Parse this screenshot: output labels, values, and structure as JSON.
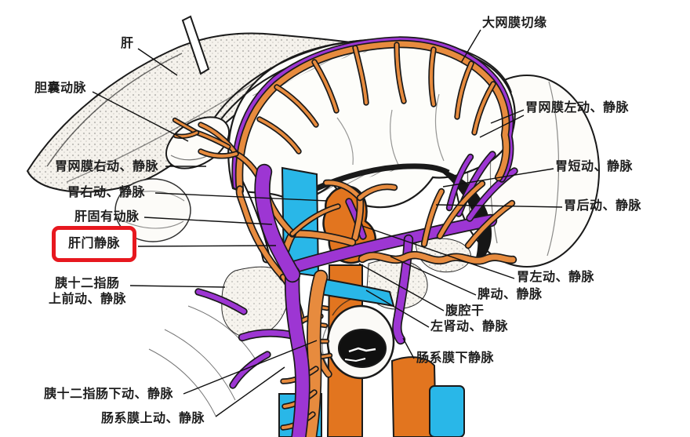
{
  "colors": {
    "artery": "#e78b3e",
    "artery_deep": "#e2751f",
    "vein": "#9d36d3",
    "cava": "#29b7e8",
    "outline": "#1a1a1a",
    "highlight": "#e7181f",
    "paper": "#ffffff"
  },
  "annotations": {
    "left": [
      {
        "id": "liver",
        "text": "肝"
      },
      {
        "id": "cystic-artery",
        "text": "胆囊动脉"
      },
      {
        "id": "right-gastroepiploic",
        "text": "胃网膜右动、静脉"
      },
      {
        "id": "right-gastric",
        "text": "胃右动、静脉"
      },
      {
        "id": "proper-hepatic-artery",
        "text": "肝固有动脉"
      },
      {
        "id": "hepatic-portal-vein",
        "text": "肝门静脉",
        "highlighted": true
      },
      {
        "id": "anterior-superior-pancreaticoduodenal",
        "text_line1": "胰十二指肠",
        "text_line2": "上前动、静脉"
      },
      {
        "id": "inferior-pancreaticoduodenal",
        "text": "胰十二指肠下动、静脉"
      },
      {
        "id": "superior-mesenteric",
        "text": "肠系膜上动、静脉"
      }
    ],
    "right": [
      {
        "id": "greater-omentum-cut-edge",
        "text": "大网膜切缘"
      },
      {
        "id": "left-gastroepiploic",
        "text": "胃网膜左动、静脉"
      },
      {
        "id": "short-gastric",
        "text": "胃短动、静脉"
      },
      {
        "id": "posterior-gastric",
        "text": "胃后动、静脉"
      },
      {
        "id": "left-gastric",
        "text": "胃左动、静脉"
      },
      {
        "id": "splenic",
        "text": "脾动、静脉"
      },
      {
        "id": "celiac-trunk",
        "text": "腹腔干"
      },
      {
        "id": "left-renal",
        "text": "左肾动、静脉"
      },
      {
        "id": "inferior-mesenteric-vein",
        "text": "肠系膜下静脉"
      }
    ]
  }
}
